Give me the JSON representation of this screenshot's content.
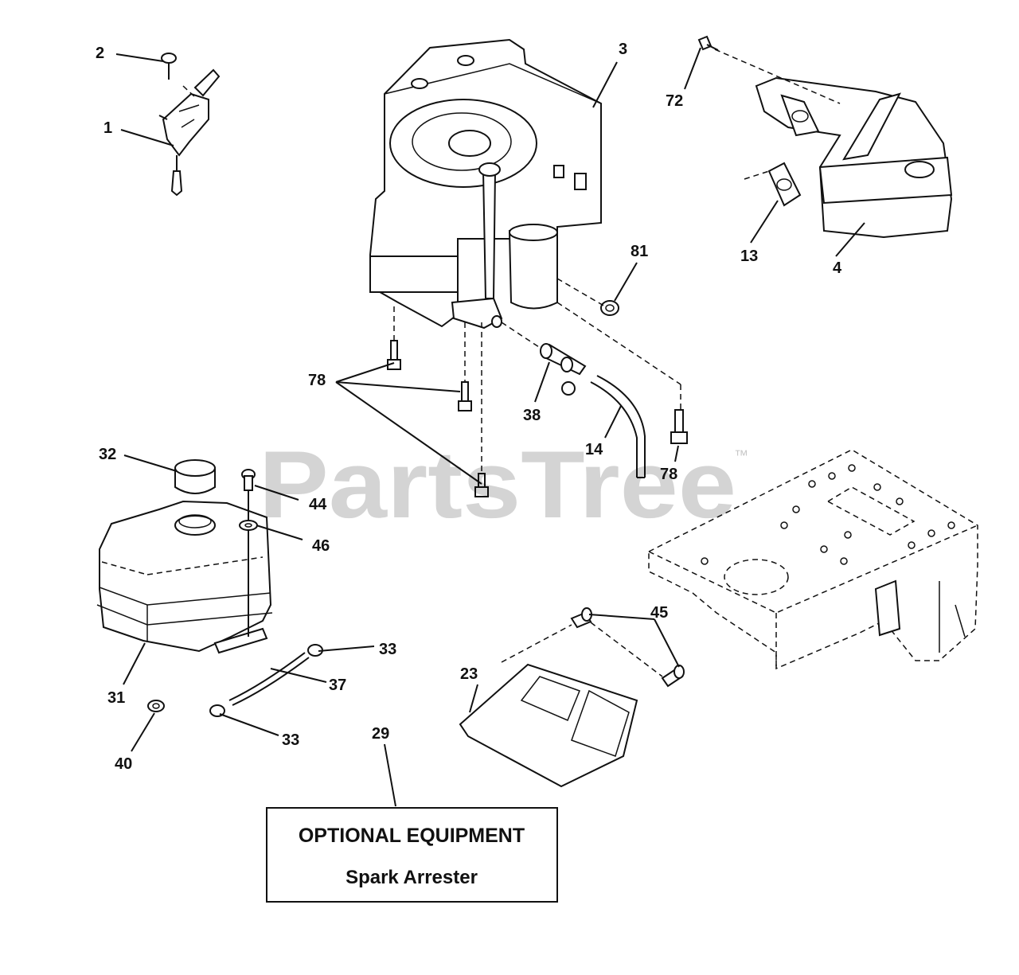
{
  "watermark": {
    "text": "PartsTree",
    "trademark": "™"
  },
  "callouts": {
    "c1": "1",
    "c2": "2",
    "c3": "3",
    "c4": "4",
    "c13": "13",
    "c14": "14",
    "c23": "23",
    "c29": "29",
    "c31": "31",
    "c32": "32",
    "c33a": "33",
    "c33b": "33",
    "c37": "37",
    "c38": "38",
    "c40": "40",
    "c44": "44",
    "c45": "45",
    "c46": "46",
    "c72": "72",
    "c78a": "78",
    "c78b": "78",
    "c81": "81"
  },
  "optional_box": {
    "title": "OPTIONAL EQUIPMENT",
    "subtitle": "Spark Arrester"
  }
}
